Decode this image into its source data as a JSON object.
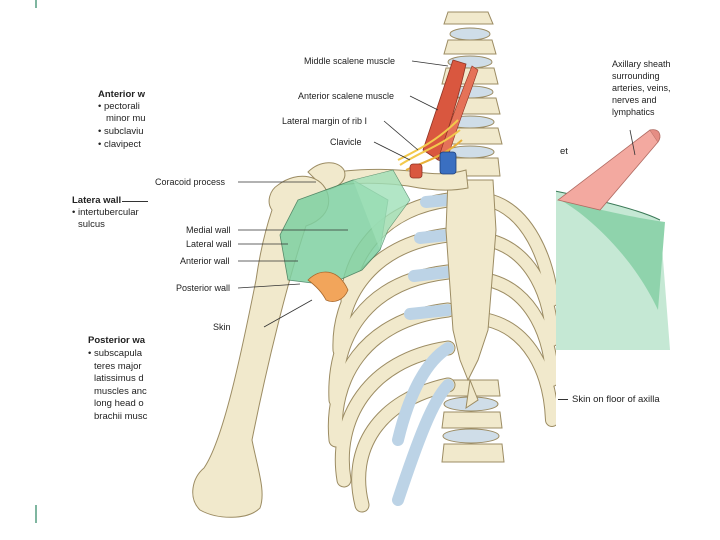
{
  "left_panel": {
    "anterior_heading": "Anterior w",
    "anterior_items": [
      "• pectorali",
      "minor mu",
      "• subclaviu",
      "• clavipect"
    ],
    "lateral_heading": "Latera  wall",
    "lateral_items": [
      "• intertubercular",
      "sulcus"
    ],
    "posterior_heading": "Posterior wa",
    "posterior_items": [
      "• subscapula",
      "teres major",
      "latissimus d",
      "muscles anc",
      "long head o",
      "brachii musc"
    ]
  },
  "center_labels": {
    "middle_scalene": "Middle scalene muscle",
    "anterior_scalene": "Anterior scalene muscle",
    "lateral_margin_rib": "Lateral margin of rib I",
    "clavicle": "Clavicle",
    "coracoid": "Coracoid process",
    "medial_wall": "Medial wall",
    "lateral_wall": "Lateral wall",
    "anterior_wall": "Anterior wall",
    "posterior_wall": "Posterior wall",
    "skin": "Skin"
  },
  "right_panel": {
    "sheath_lines": [
      "Axillary sheath",
      "surrounding",
      "arteries, veins,",
      "nerves  and",
      "lymphatics"
    ],
    "et_fragment": "et",
    "skin_floor": "Skin on floor of axilla"
  },
  "colors": {
    "bone": "#f1e9cc",
    "bone_outline": "#9c8c63",
    "cartilage": "#bcd3e6",
    "wall_green": "#7fd1a2",
    "muscle_red": "#d9573f",
    "skin_orange": "#f2a55b",
    "sheath_pink": "#f3a9a0"
  }
}
